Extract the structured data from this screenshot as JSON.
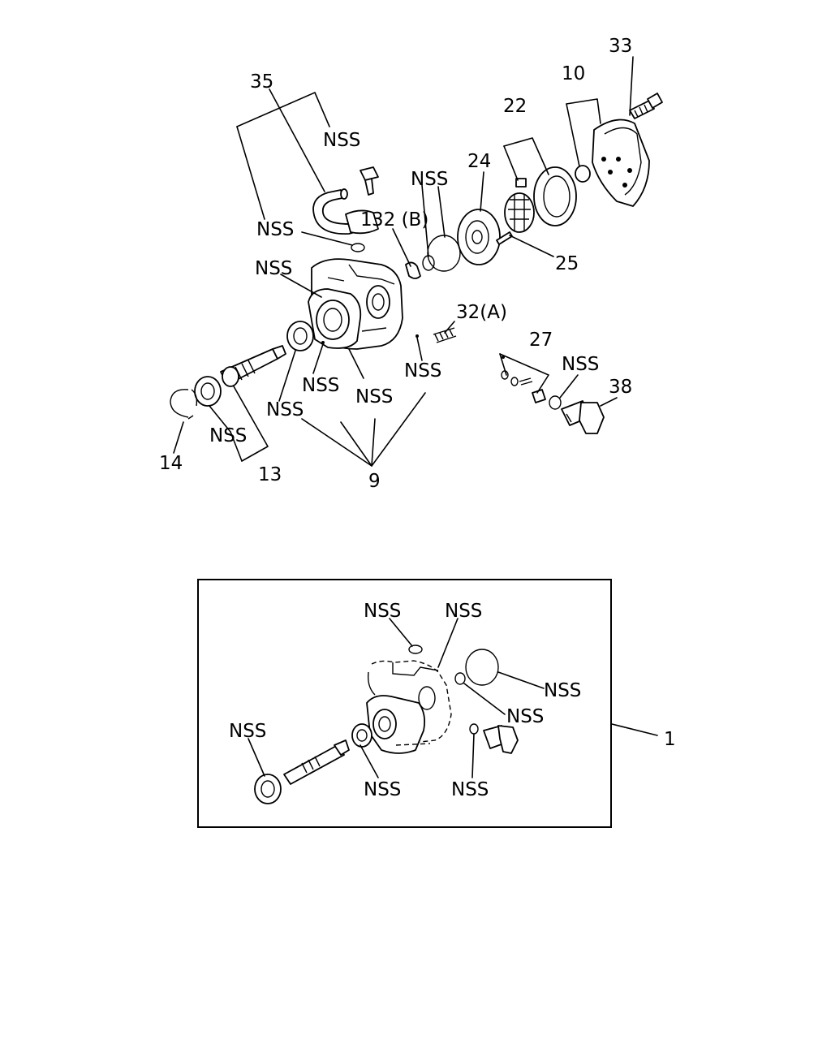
{
  "labels": {
    "p35": "35",
    "p33": "33",
    "p10": "10",
    "p22": "22",
    "p24": "24",
    "p25": "25",
    "p32b": "32 (B)",
    "p1_prefix": "1",
    "p32a": "32(A)",
    "p27": "27",
    "p38": "38",
    "p14": "14",
    "p13": "13",
    "p9": "9",
    "p1": "1",
    "nss": "NSS"
  }
}
